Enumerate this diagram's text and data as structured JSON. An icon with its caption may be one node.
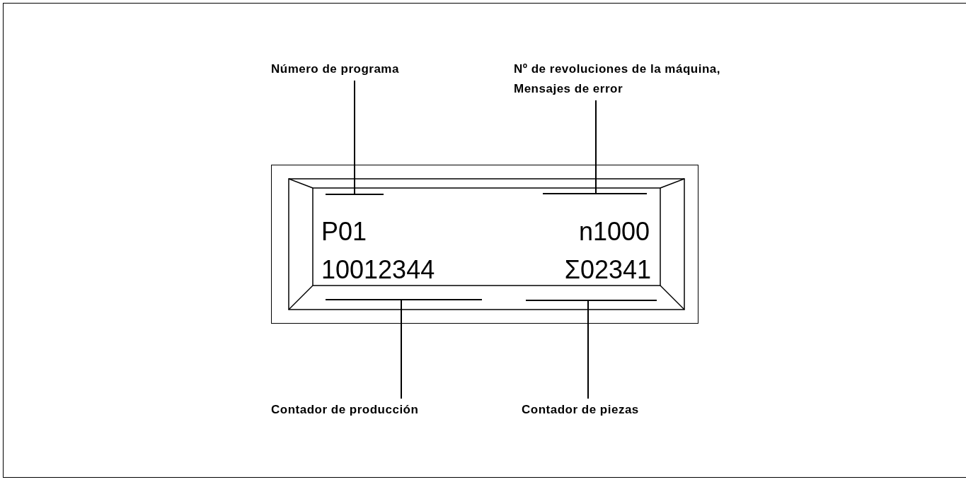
{
  "diagram": {
    "nodes": [
      {
        "text": [
          "Número de programa"
        ]
      },
      {
        "text": [
          "Nº de revoluciones de la máquina, Mensajes de error"
        ]
      },
      {
        "text": [
          "P01",
          "n1000",
          "10012344",
          "Σ02341"
        ]
      },
      {
        "text": [],
        "shape": "bar",
        "in": 2
      },
      {
        "text": [],
        "shape": "bar",
        "in": 2
      },
      {
        "text": [],
        "shape": "bar",
        "in": 2
      },
      {
        "text": [],
        "shape": "bar",
        "in": 2
      },
      {
        "text": [
          "Contador de producción"
        ]
      },
      {
        "text": [
          "Contador de piezas"
        ]
      }
    ],
    "edges": [
      {
        "from": 0,
        "to": 3,
        "arrow": "none"
      },
      {
        "from": 1,
        "to": 4,
        "arrow": "none"
      },
      {
        "from": 7,
        "to": 5,
        "arrow": "none"
      },
      {
        "from": 8,
        "to": 6,
        "arrow": "none"
      }
    ]
  }
}
